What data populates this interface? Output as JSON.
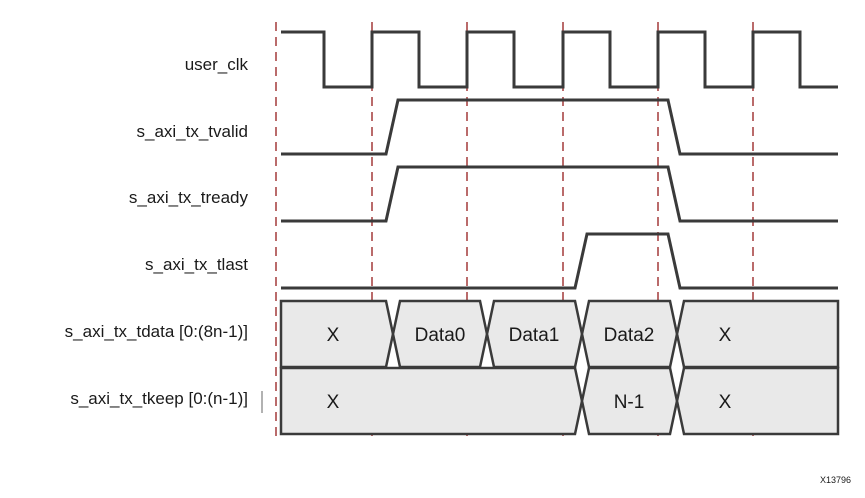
{
  "signals": [
    {
      "id": "clk",
      "label": "user_clk"
    },
    {
      "id": "tvalid",
      "label": "s_axi_tx_tvalid"
    },
    {
      "id": "tready",
      "label": "s_axi_tx_tready"
    },
    {
      "id": "tlast",
      "label": "s_axi_tx_tlast"
    },
    {
      "id": "tdata",
      "label": "s_axi_tx_tdata [0:(8n-1)]"
    },
    {
      "id": "tkeep",
      "label": "s_axi_tx_tkeep [0:(n-1)]"
    }
  ],
  "tdata_values": [
    "X",
    "Data0",
    "Data1",
    "Data2",
    "X"
  ],
  "tkeep_values": [
    "X",
    "N-1",
    "X"
  ],
  "figure_id": "X13796",
  "colors": {
    "wave": "#3a3a3a",
    "clock_edge_marker": "#a33a3a",
    "bus_fill": "#e9e9e9"
  }
}
